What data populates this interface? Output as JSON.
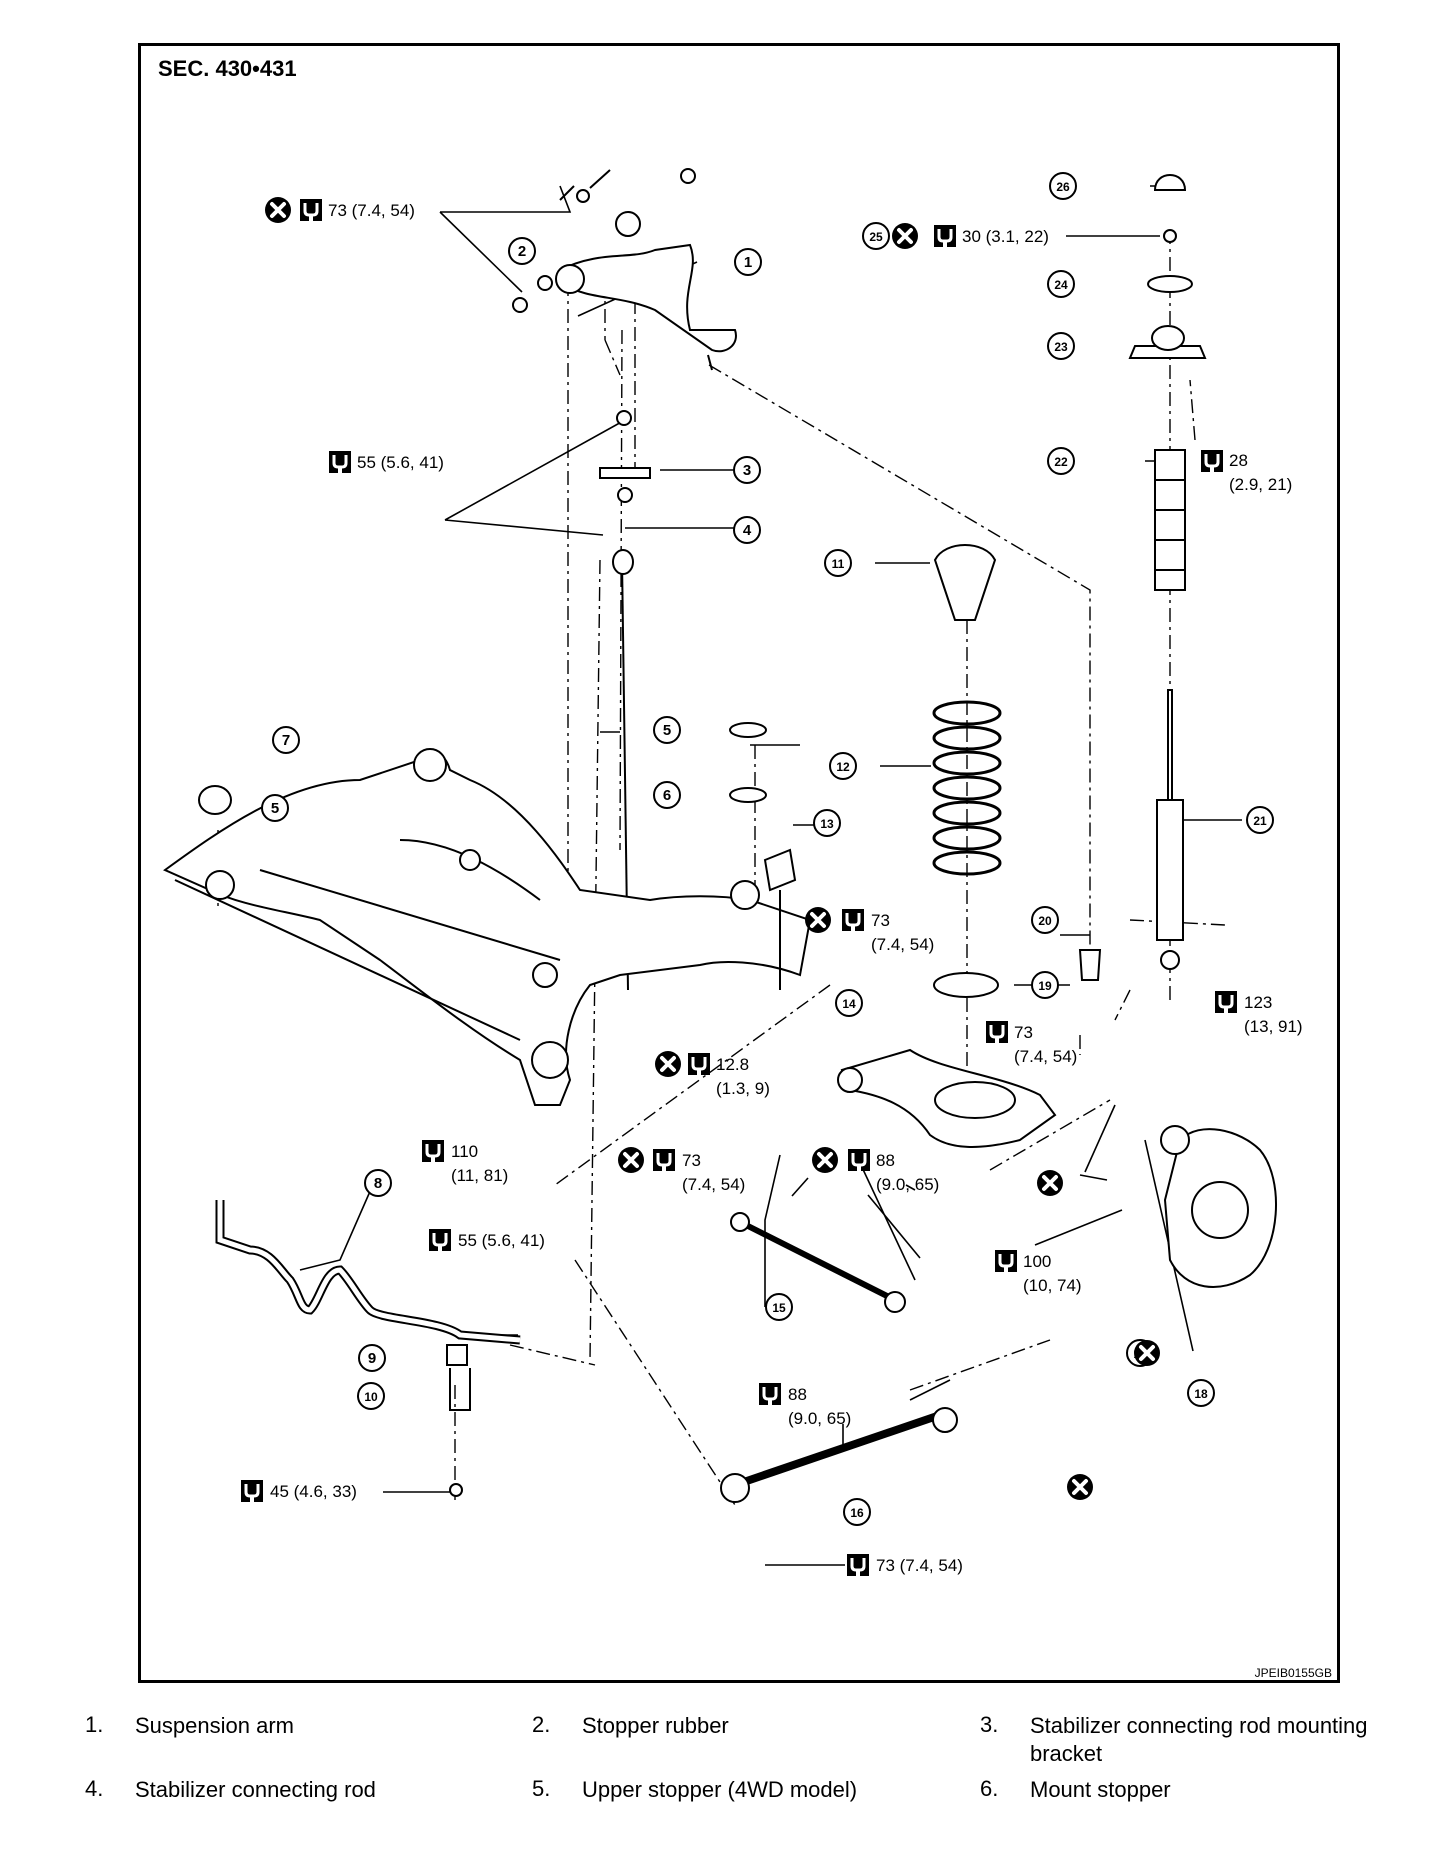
{
  "section_title": "SEC. 430•431",
  "figure_code": "JPEIB0155GB",
  "torques": {
    "t1": "73 (7.4, 54)",
    "t2": "55 (5.6, 41)",
    "t3": "30 (3.1, 22)",
    "t4a": "28",
    "t4b": "(2.9, 21)",
    "t5a": "73",
    "t5b": "(7.4, 54)",
    "t6a": "123",
    "t6b": "(13, 91)",
    "t7a": "73",
    "t7b": "(7.4, 54)",
    "t8a": "12.8",
    "t8b": "(1.3, 9)",
    "t9a": "110",
    "t9b": "(11, 81)",
    "t10a": "73",
    "t10b": "(7.4, 54)",
    "t11a": "88",
    "t11b": "(9.0, 65)",
    "t12": "55 (5.6, 41)",
    "t13a": "100",
    "t13b": "(10, 74)",
    "t14a": "88",
    "t14b": "(9.0, 65)",
    "t15": "45 (4.6, 33)",
    "t16": "73 (7.4, 54)"
  },
  "callouts": [
    "1",
    "2",
    "3",
    "4",
    "5",
    "6",
    "7",
    "8",
    "9",
    "10",
    "11",
    "12",
    "13",
    "14",
    "15",
    "16",
    "17",
    "18",
    "19",
    "20",
    "21",
    "22",
    "23",
    "24",
    "25",
    "26"
  ],
  "legend": [
    {
      "num": "1.",
      "text": "Suspension arm"
    },
    {
      "num": "2.",
      "text": "Stopper rubber"
    },
    {
      "num": "3.",
      "text": "Stabilizer connecting rod mounting bracket"
    },
    {
      "num": "4.",
      "text": "Stabilizer connecting rod"
    },
    {
      "num": "5.",
      "text": "Upper stopper (4WD model)"
    },
    {
      "num": "6.",
      "text": "Mount stopper"
    }
  ]
}
